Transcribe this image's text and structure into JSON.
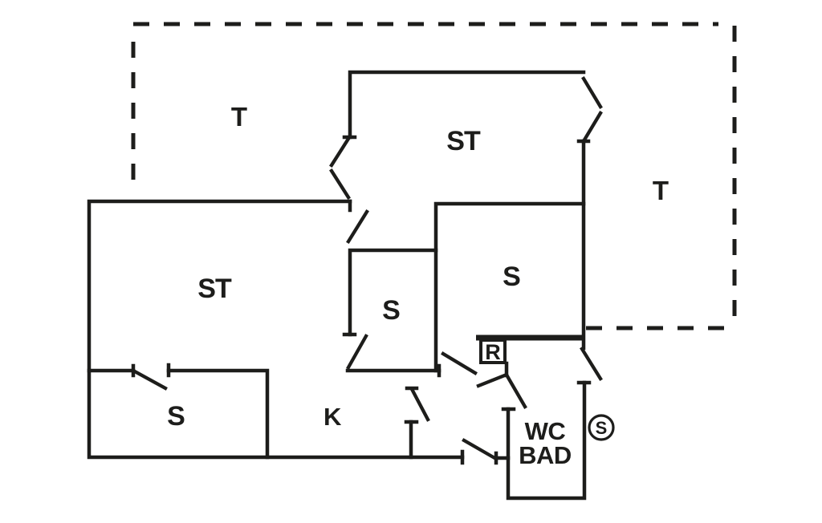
{
  "diagram": {
    "type": "floor-plan",
    "background": "#ffffff",
    "line_color": "#1d1d1b",
    "text_color": "#1d1d1b"
  },
  "labels": {
    "terrace_top": "T",
    "terrace_right": "T",
    "livingroom_upper": "ST",
    "livingroom_left": "ST",
    "bedroom_left": "S",
    "bedroom_middle": "S",
    "bedroom_right": "S",
    "kitchen": "K",
    "bath_line1": "WC",
    "bath_line2": "BAD",
    "r_marker": "R",
    "s_marker": "S"
  }
}
